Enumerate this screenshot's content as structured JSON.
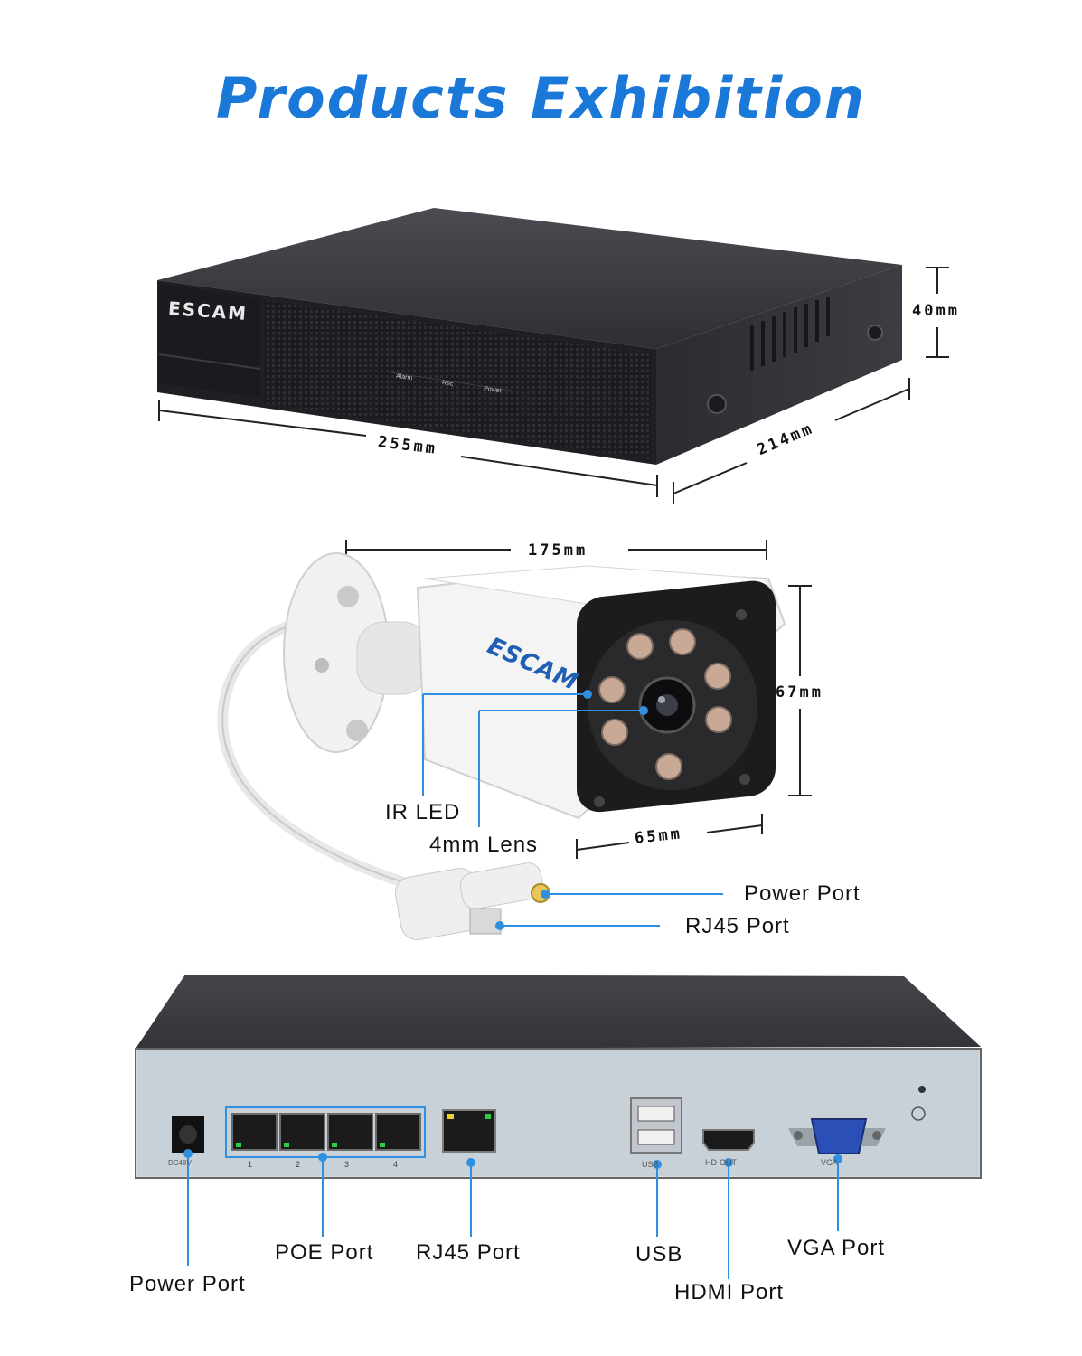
{
  "title": "Products Exhibition",
  "nvr_front": {
    "brand": "ESCAM",
    "indicators": [
      "Alarm",
      "Rec",
      "Power"
    ],
    "dimensions": {
      "width": "255mm",
      "depth": "214mm",
      "height": "40mm"
    }
  },
  "camera": {
    "brand": "ESCAM",
    "dimensions": {
      "length": "175mm",
      "height": "67mm",
      "width": "65mm"
    },
    "callouts": {
      "ir_led": "IR LED",
      "lens": "4mm Lens",
      "power_port": "Power Port",
      "rj45_port": "RJ45 Port"
    }
  },
  "nvr_back": {
    "panel_marks": {
      "dc": "DC48V",
      "poe_numbers": [
        "1",
        "2",
        "3",
        "4"
      ],
      "usb": "USB",
      "hdmi": "HD-OUT",
      "vga": "VGA"
    },
    "callouts": {
      "power_port": "Power Port",
      "poe_port": "POE Port",
      "rj45_port": "RJ45 Port",
      "usb": "USB",
      "hdmi_port": "HDMI Port",
      "vga_port": "VGA Port"
    }
  },
  "colors": {
    "accent": "#1a78d8",
    "callout_line": "#2f8fe0",
    "device_dark": "#2b2d31",
    "panel_silver": "#d5dbe0"
  }
}
